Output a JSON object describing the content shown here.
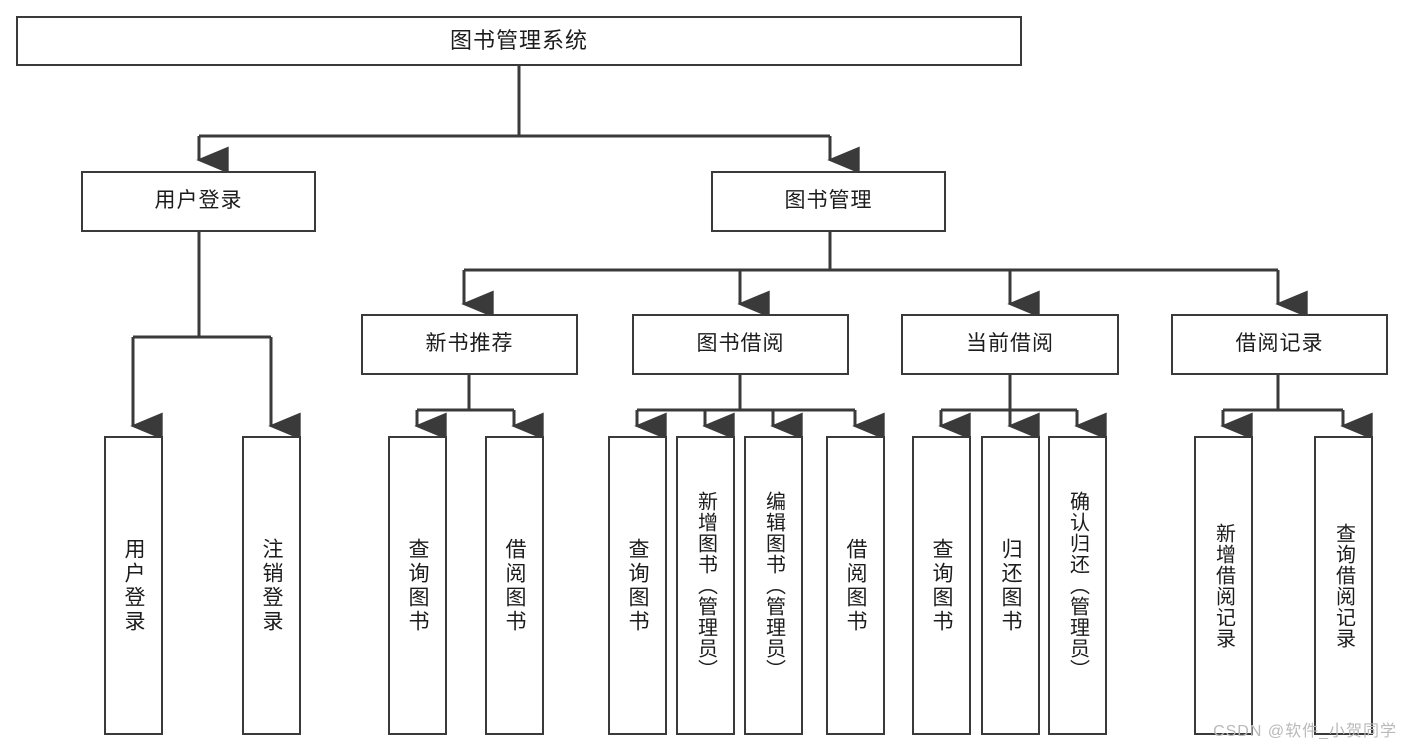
{
  "diagram": {
    "title": "图书管理系统",
    "type": "tree-hierarchy-chart",
    "root": {
      "label": "图书管理系统"
    },
    "level2": [
      {
        "label": "用户登录"
      },
      {
        "label": "图书管理"
      }
    ],
    "level3": [
      {
        "label": "新书推荐"
      },
      {
        "label": "图书借阅"
      },
      {
        "label": "当前借阅"
      },
      {
        "label": "借阅记录"
      }
    ],
    "leaves": {
      "user_login": [
        {
          "label": "用户登录"
        },
        {
          "label": "注销登录"
        }
      ],
      "new_book_recommend": [
        {
          "label": "查询图书"
        },
        {
          "label": "借阅图书"
        }
      ],
      "book_borrow": [
        {
          "label": "查询图书"
        },
        {
          "label": "新增图书（管理员）"
        },
        {
          "label": "编辑图书（管理员）"
        },
        {
          "label": "借阅图书"
        }
      ],
      "current_borrow": [
        {
          "label": "查询图书"
        },
        {
          "label": "归还图书"
        },
        {
          "label": "确认归还（管理员）"
        }
      ],
      "borrow_record": [
        {
          "label": "新增借阅记录"
        },
        {
          "label": "查询借阅记录"
        }
      ]
    }
  },
  "watermark": {
    "text": "CSDN @软件_小贺同学"
  },
  "colors": {
    "box_border": "#3a3a3a",
    "connector": "#3a3a3a",
    "background": "#ffffff",
    "text": "#1c1c1c",
    "watermark": "#b9b9b9"
  }
}
